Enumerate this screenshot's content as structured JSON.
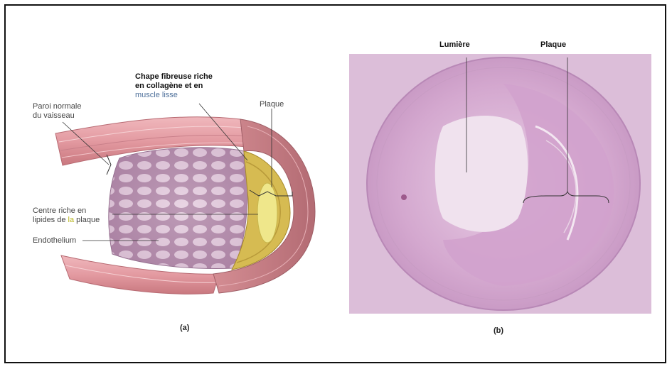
{
  "panel_a": {
    "label_wall_line1": "Paroi normale",
    "label_wall_line2": "du vaisseau",
    "label_cap_line1": "Chape fibreuse riche",
    "label_cap_line2": "en collagène et en",
    "label_cap_line3": "muscle lisse",
    "label_plaque": "Plaque",
    "label_core_line1": "Centre riche en",
    "label_core_line2_pre": "lipides de ",
    "label_core_line2_hl": "la",
    "label_core_line2_post": " plaque",
    "label_endothelium": "Endothelium",
    "caption": "(a)"
  },
  "panel_b": {
    "label_lumen": "Lumière",
    "label_plaque": "Plaque",
    "caption": "(b)"
  },
  "colors": {
    "frame": "#111111",
    "vessel_pink": "#e6a2a8",
    "plaque_yellow": "#d8c25a",
    "lipid_core": "#ede58a",
    "lumen_purple": "#cfa9c6",
    "histology_bg": "#d9b8d6"
  }
}
